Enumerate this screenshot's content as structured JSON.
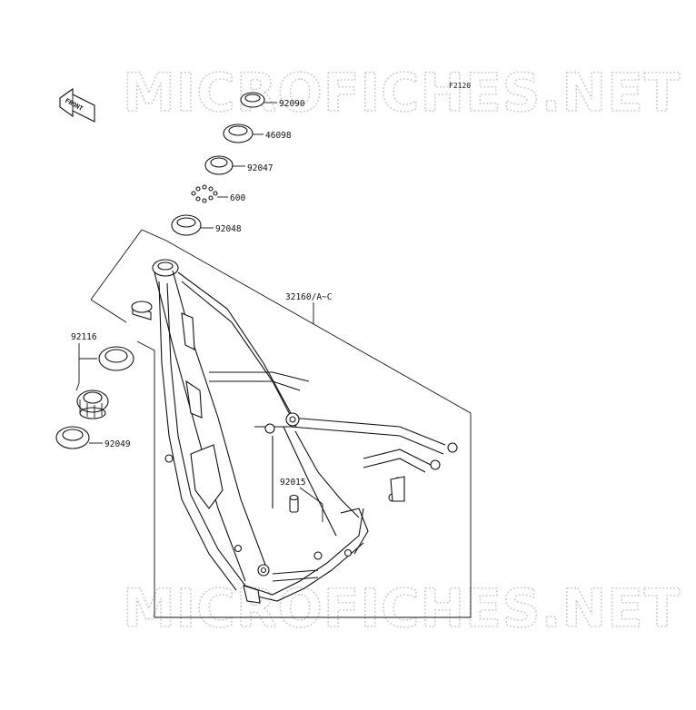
{
  "watermark": "MICROFICHES.NET",
  "diagram_code": "F2120",
  "front_label": "FRONT",
  "parts": [
    {
      "number": "92090",
      "icon": "ring-part"
    },
    {
      "number": "46098",
      "icon": "seal-part"
    },
    {
      "number": "92047",
      "icon": "race-part"
    },
    {
      "number": "600",
      "icon": "steel-balls"
    },
    {
      "number": "92048",
      "icon": "race-part"
    },
    {
      "number": "32160/A~C",
      "icon": "frame"
    },
    {
      "number": "92116",
      "icon": "bearing-assembly"
    },
    {
      "number": "92049",
      "icon": "seal-part"
    },
    {
      "number": "92015",
      "icon": "collar-part"
    }
  ]
}
